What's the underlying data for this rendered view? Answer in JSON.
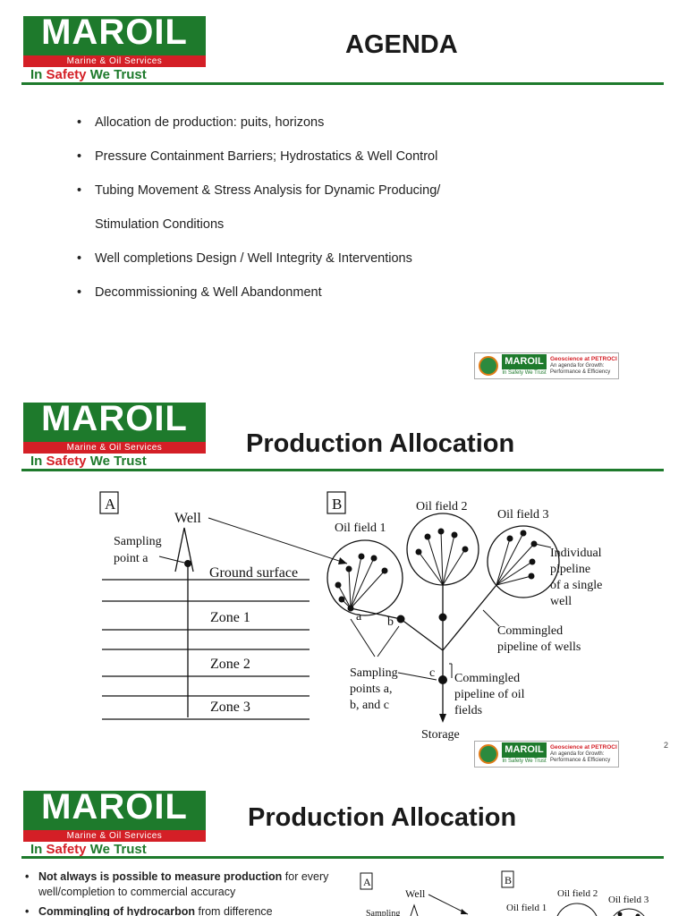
{
  "brand": {
    "logo_word": "MAROIL",
    "logo_sub": "Marine & Oil Services",
    "tagline_a": "In ",
    "tagline_b": "Safety",
    "tagline_c": " We Trust",
    "color_green": "#1e7a2c",
    "color_red": "#d41f26"
  },
  "slide1": {
    "title": "AGENDA",
    "bullets": [
      "Allocation de production: puits, horizons",
      "Pressure Containment Barriers; Hydrostatics & Well Control",
      "Tubing Movement & Stress Analysis for Dynamic Producing/",
      "Well completions Design / Well Integrity & Interventions",
      "Decommissioning & Well Abandonment"
    ],
    "bullet_continuation": "Stimulation Conditions"
  },
  "footer": {
    "maroil": "MAROIL",
    "maroil_tag": "In Safety We Trust",
    "petroci_label": "PETROCI",
    "text_title": "Geoscience at PETROCI",
    "text_sub": "An agenda for Growth: Performance & Efficiency"
  },
  "slide2": {
    "title": "Production Allocation",
    "page_number": "2",
    "diagram": {
      "panel_a": "A",
      "panel_b": "B",
      "well": "Well",
      "sampling_a_1": "Sampling",
      "sampling_a_2": "point a",
      "ground": "Ground surface",
      "zone1": "Zone 1",
      "zone2": "Zone 2",
      "zone3": "Zone 3",
      "oil_field_1": "Oil field 1",
      "oil_field_2": "Oil field 2",
      "oil_field_3": "Oil field 3",
      "individual_1": "Individual",
      "individual_2": "pipeline",
      "individual_3": "of a single",
      "individual_4": "well",
      "commingled_wells_1": "Commingled",
      "commingled_wells_2": "pipeline of wells",
      "sampling_abc_1": "Sampling",
      "sampling_abc_2": "points a,",
      "sampling_abc_3": "b, and c",
      "commingled_fields_1": "Commingled",
      "commingled_fields_2": "pipeline of oil",
      "commingled_fields_3": "fields",
      "storage": "Storage",
      "label_a": "a",
      "label_b": "b",
      "label_c": "c"
    }
  },
  "slide3": {
    "title": "Production Allocation",
    "bullet1_bold": "Not always is possible to measure production",
    "bullet1_rest": " for every",
    "bullet1_line2": "well/completion to commercial accuracy",
    "bullet2_bold": "Commingling of hydrocarbon",
    "bullet2_rest": " from difference",
    "diagram": {
      "panel_a": "A",
      "panel_b": "B",
      "well": "Well",
      "sampling": "Sampling",
      "oil_field_1": "Oil field 1",
      "oil_field_2": "Oil field 2",
      "oil_field_3": "Oil field 3"
    }
  }
}
